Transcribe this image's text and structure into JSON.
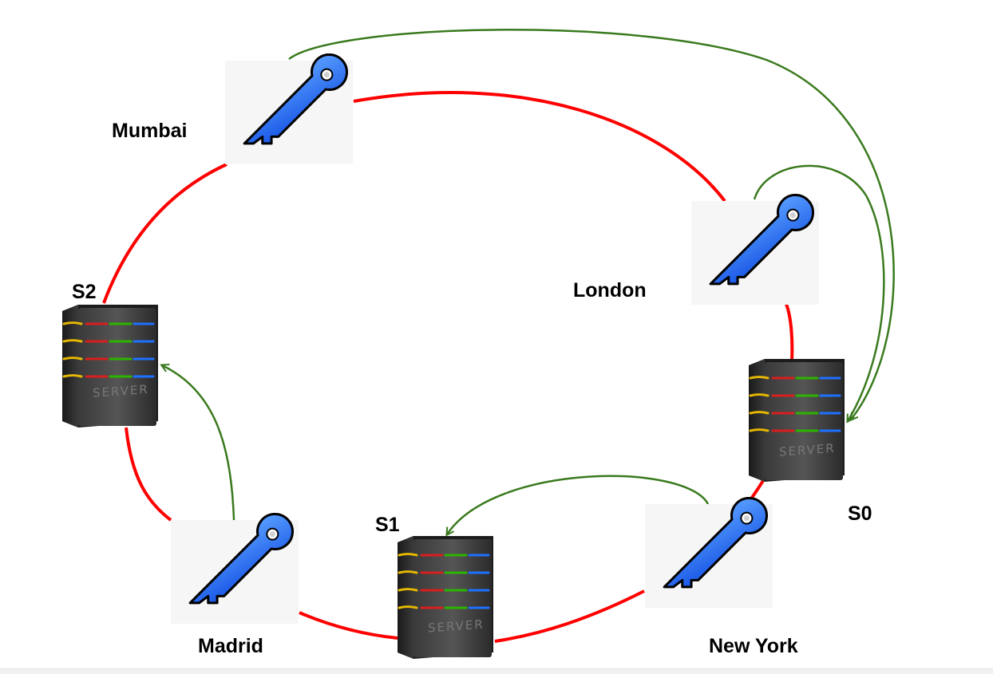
{
  "diagram": {
    "ring_color": "#ff0000",
    "arrow_color": "#3a7a1e",
    "key_color": "#1f6bff",
    "tile_color": "#f6f6f6",
    "server_text": "SERVER",
    "keys": [
      {
        "id": "mumbai",
        "label": "Mumbai"
      },
      {
        "id": "london",
        "label": "London"
      },
      {
        "id": "newyork",
        "label": "New York"
      },
      {
        "id": "madrid",
        "label": "Madrid"
      }
    ],
    "servers": [
      {
        "id": "s0",
        "label": "S0"
      },
      {
        "id": "s1",
        "label": "S1"
      },
      {
        "id": "s2",
        "label": "S2"
      }
    ],
    "mappings": [
      {
        "from": "Mumbai",
        "to": "S0"
      },
      {
        "from": "London",
        "to": "S0"
      },
      {
        "from": "New York",
        "to": "S1"
      },
      {
        "from": "Madrid",
        "to": "S2"
      }
    ]
  }
}
